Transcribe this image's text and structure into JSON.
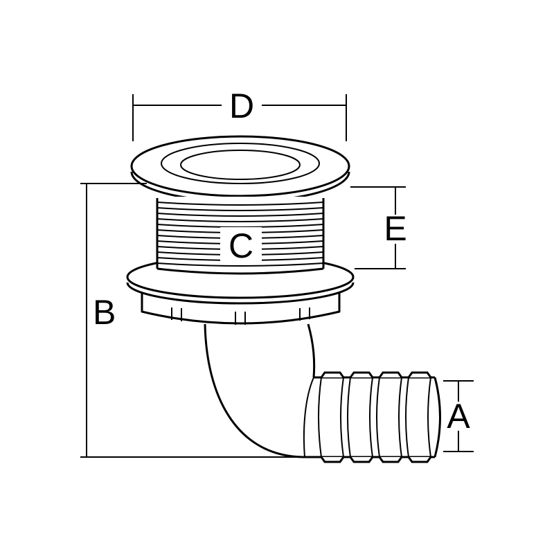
{
  "diagram": {
    "background_color": "#ffffff",
    "line_color": "#000000",
    "labels": {
      "d": "D",
      "b": "B",
      "c": "C",
      "e": "E",
      "a": "A"
    }
  }
}
